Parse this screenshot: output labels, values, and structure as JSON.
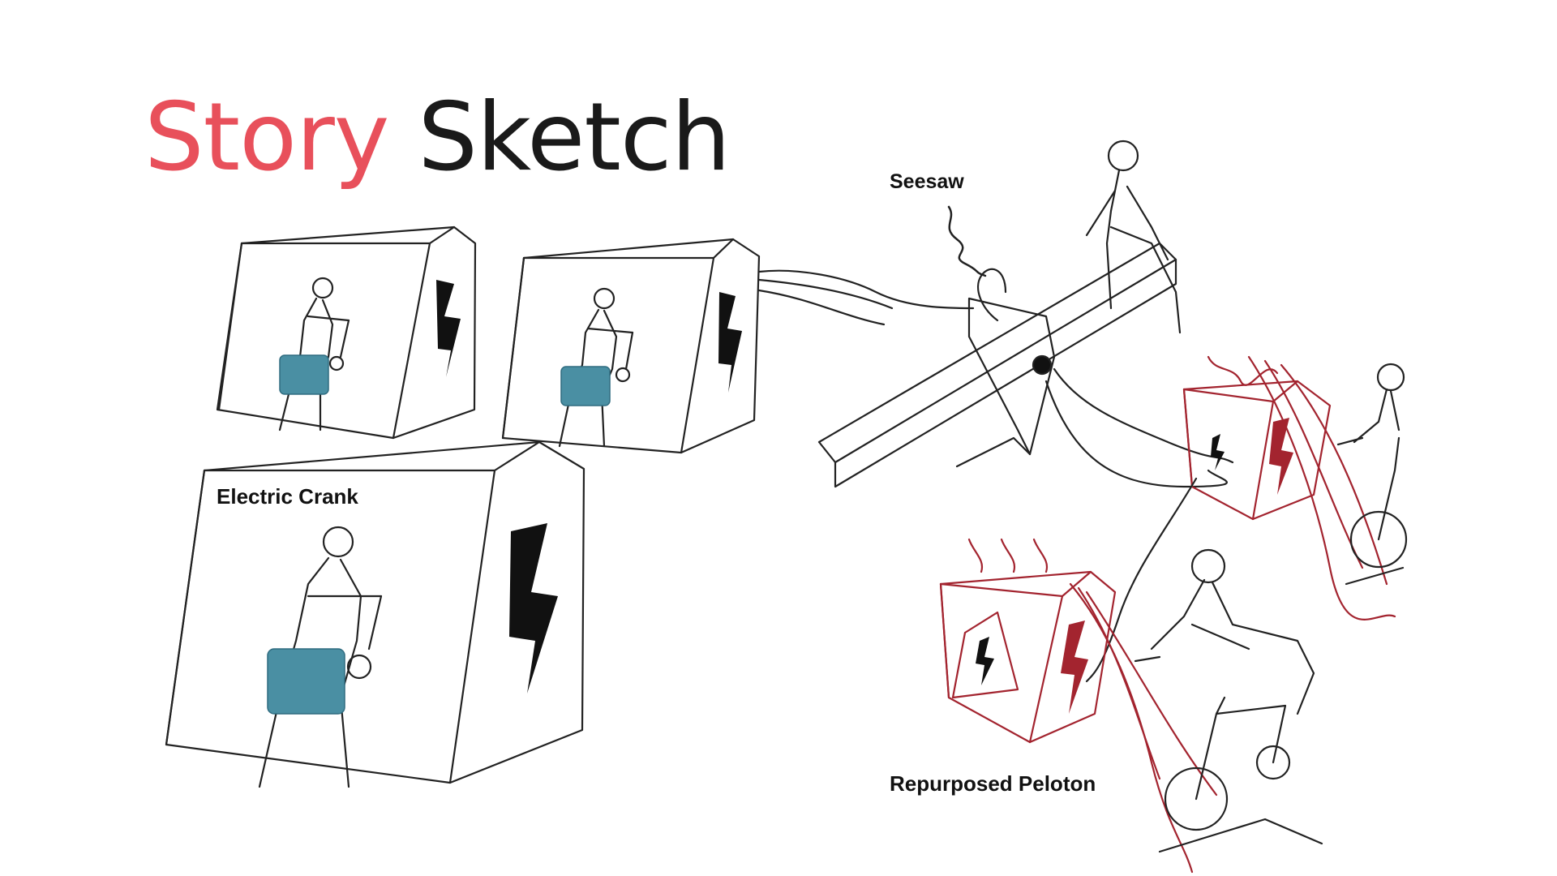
{
  "slide": {
    "title_part1": "Story",
    "title_part2": "Sketch",
    "title_colors": {
      "part1": "#e8505b",
      "part2": "#1a1a1a"
    },
    "labels": {
      "crank": "Electric Crank",
      "seesaw": "Seesaw",
      "peloton": "Repurposed Peloton"
    },
    "accent_colors": {
      "wire_red": "#a3242f",
      "shorts_blue": "#4a8fa3",
      "ink": "#111111"
    }
  }
}
